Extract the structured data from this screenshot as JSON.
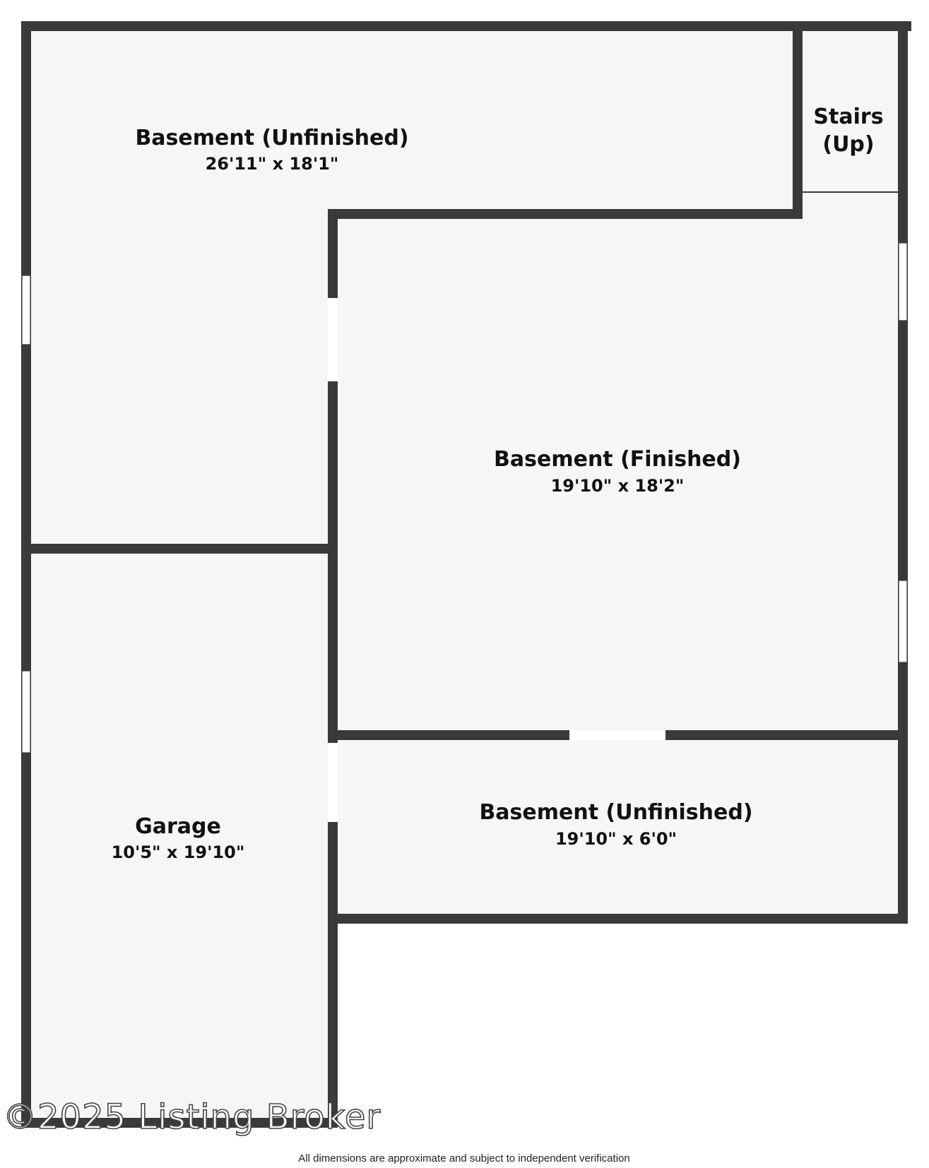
{
  "rooms": {
    "basement_unfinished_top": {
      "name": "Basement (Unfinished)",
      "dimensions": "26'11\" x 18'1\""
    },
    "stairs": {
      "name_line1": "Stairs",
      "name_line2": "(Up)"
    },
    "basement_finished": {
      "name": "Basement (Finished)",
      "dimensions": "19'10\" x 18'2\""
    },
    "garage": {
      "name": "Garage",
      "dimensions": "10'5\" x 19'10\""
    },
    "basement_unfinished_bottom": {
      "name": "Basement (Unfinished)",
      "dimensions": "19'10\" x 6'0\""
    }
  },
  "watermark": "©2025 Listing Broker",
  "disclaimer": "All dimensions are approximate and subject to independent verification",
  "colors": {
    "wall": "#3a3a3a",
    "floor": "#f6f6f6",
    "background": "#ffffff"
  }
}
